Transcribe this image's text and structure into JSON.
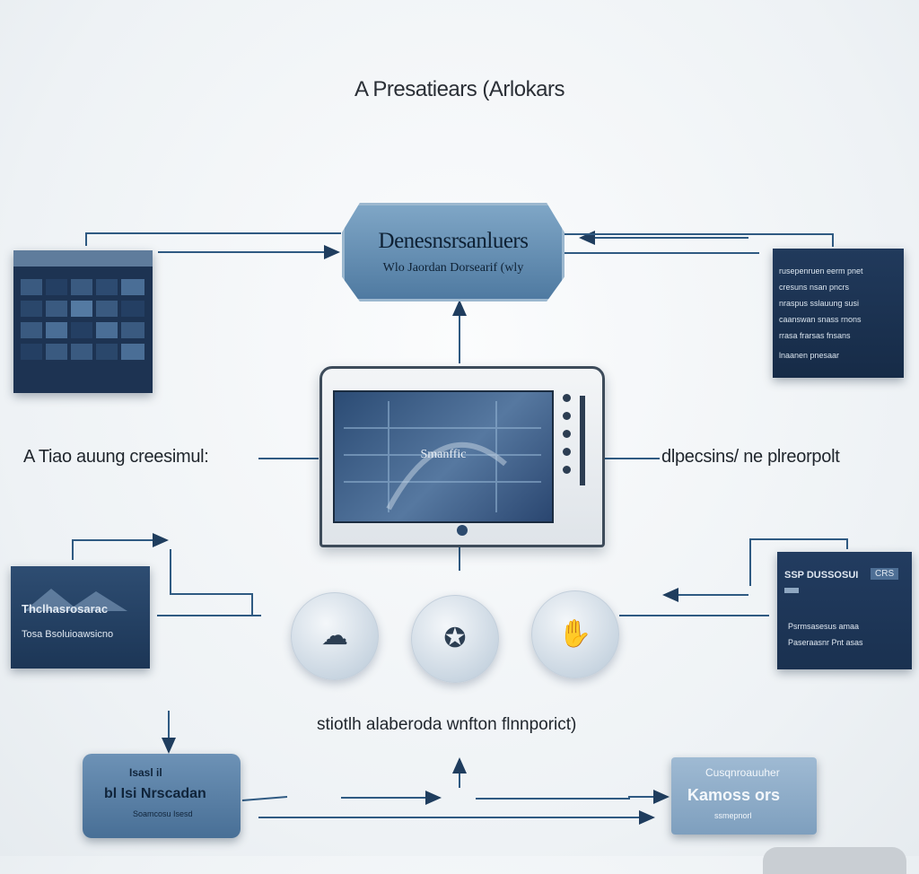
{
  "title": "A Presatiears (Arlokars",
  "hub": {
    "title": "Denesnsrsanluers",
    "subtitle": "Wlo Jaordan Dorsearif (wly"
  },
  "monitor": {
    "screen_text": "Smanffic"
  },
  "labels": {
    "left": "A Tiao auung creesimul:",
    "right": "dlpecsins/ ne plreorpolt",
    "bottom": "stiotlh alaberoda wnfton flnnporict)"
  },
  "panels": {
    "top_right_lines": [
      "rusepenruen eerm pnet",
      "cresuns nsan pncrs",
      "nraspus sslauung susi",
      "caanswan snass rnons",
      "rrasa frarsas fnsans",
      "lnaanen pnesaar"
    ],
    "mid_left": {
      "line1": "Thclhasrosarac",
      "line2": "Tosa Bsoluioawsicno"
    },
    "mid_right": {
      "header": "SSP DUSSOSUI",
      "badge": "CRS",
      "line1": "Psrmsasesus amaa",
      "line2": "Paseraasnr Pnt asas"
    },
    "bottom_left": {
      "line1": "Isasl il",
      "line2": "bl Isi Nrscadan",
      "line3": "Soamcosu Isesd"
    },
    "bottom_right": {
      "line1": "Cusqnroauuher",
      "line2": "Kamoss ors",
      "line3": "ssmepnorl"
    }
  },
  "icons": [
    "cloud-icon",
    "fish-icon",
    "hand-icon"
  ],
  "colors": {
    "accent": "#4f7aa1",
    "dark": "#1d3352",
    "wire": "#2f5a82"
  }
}
